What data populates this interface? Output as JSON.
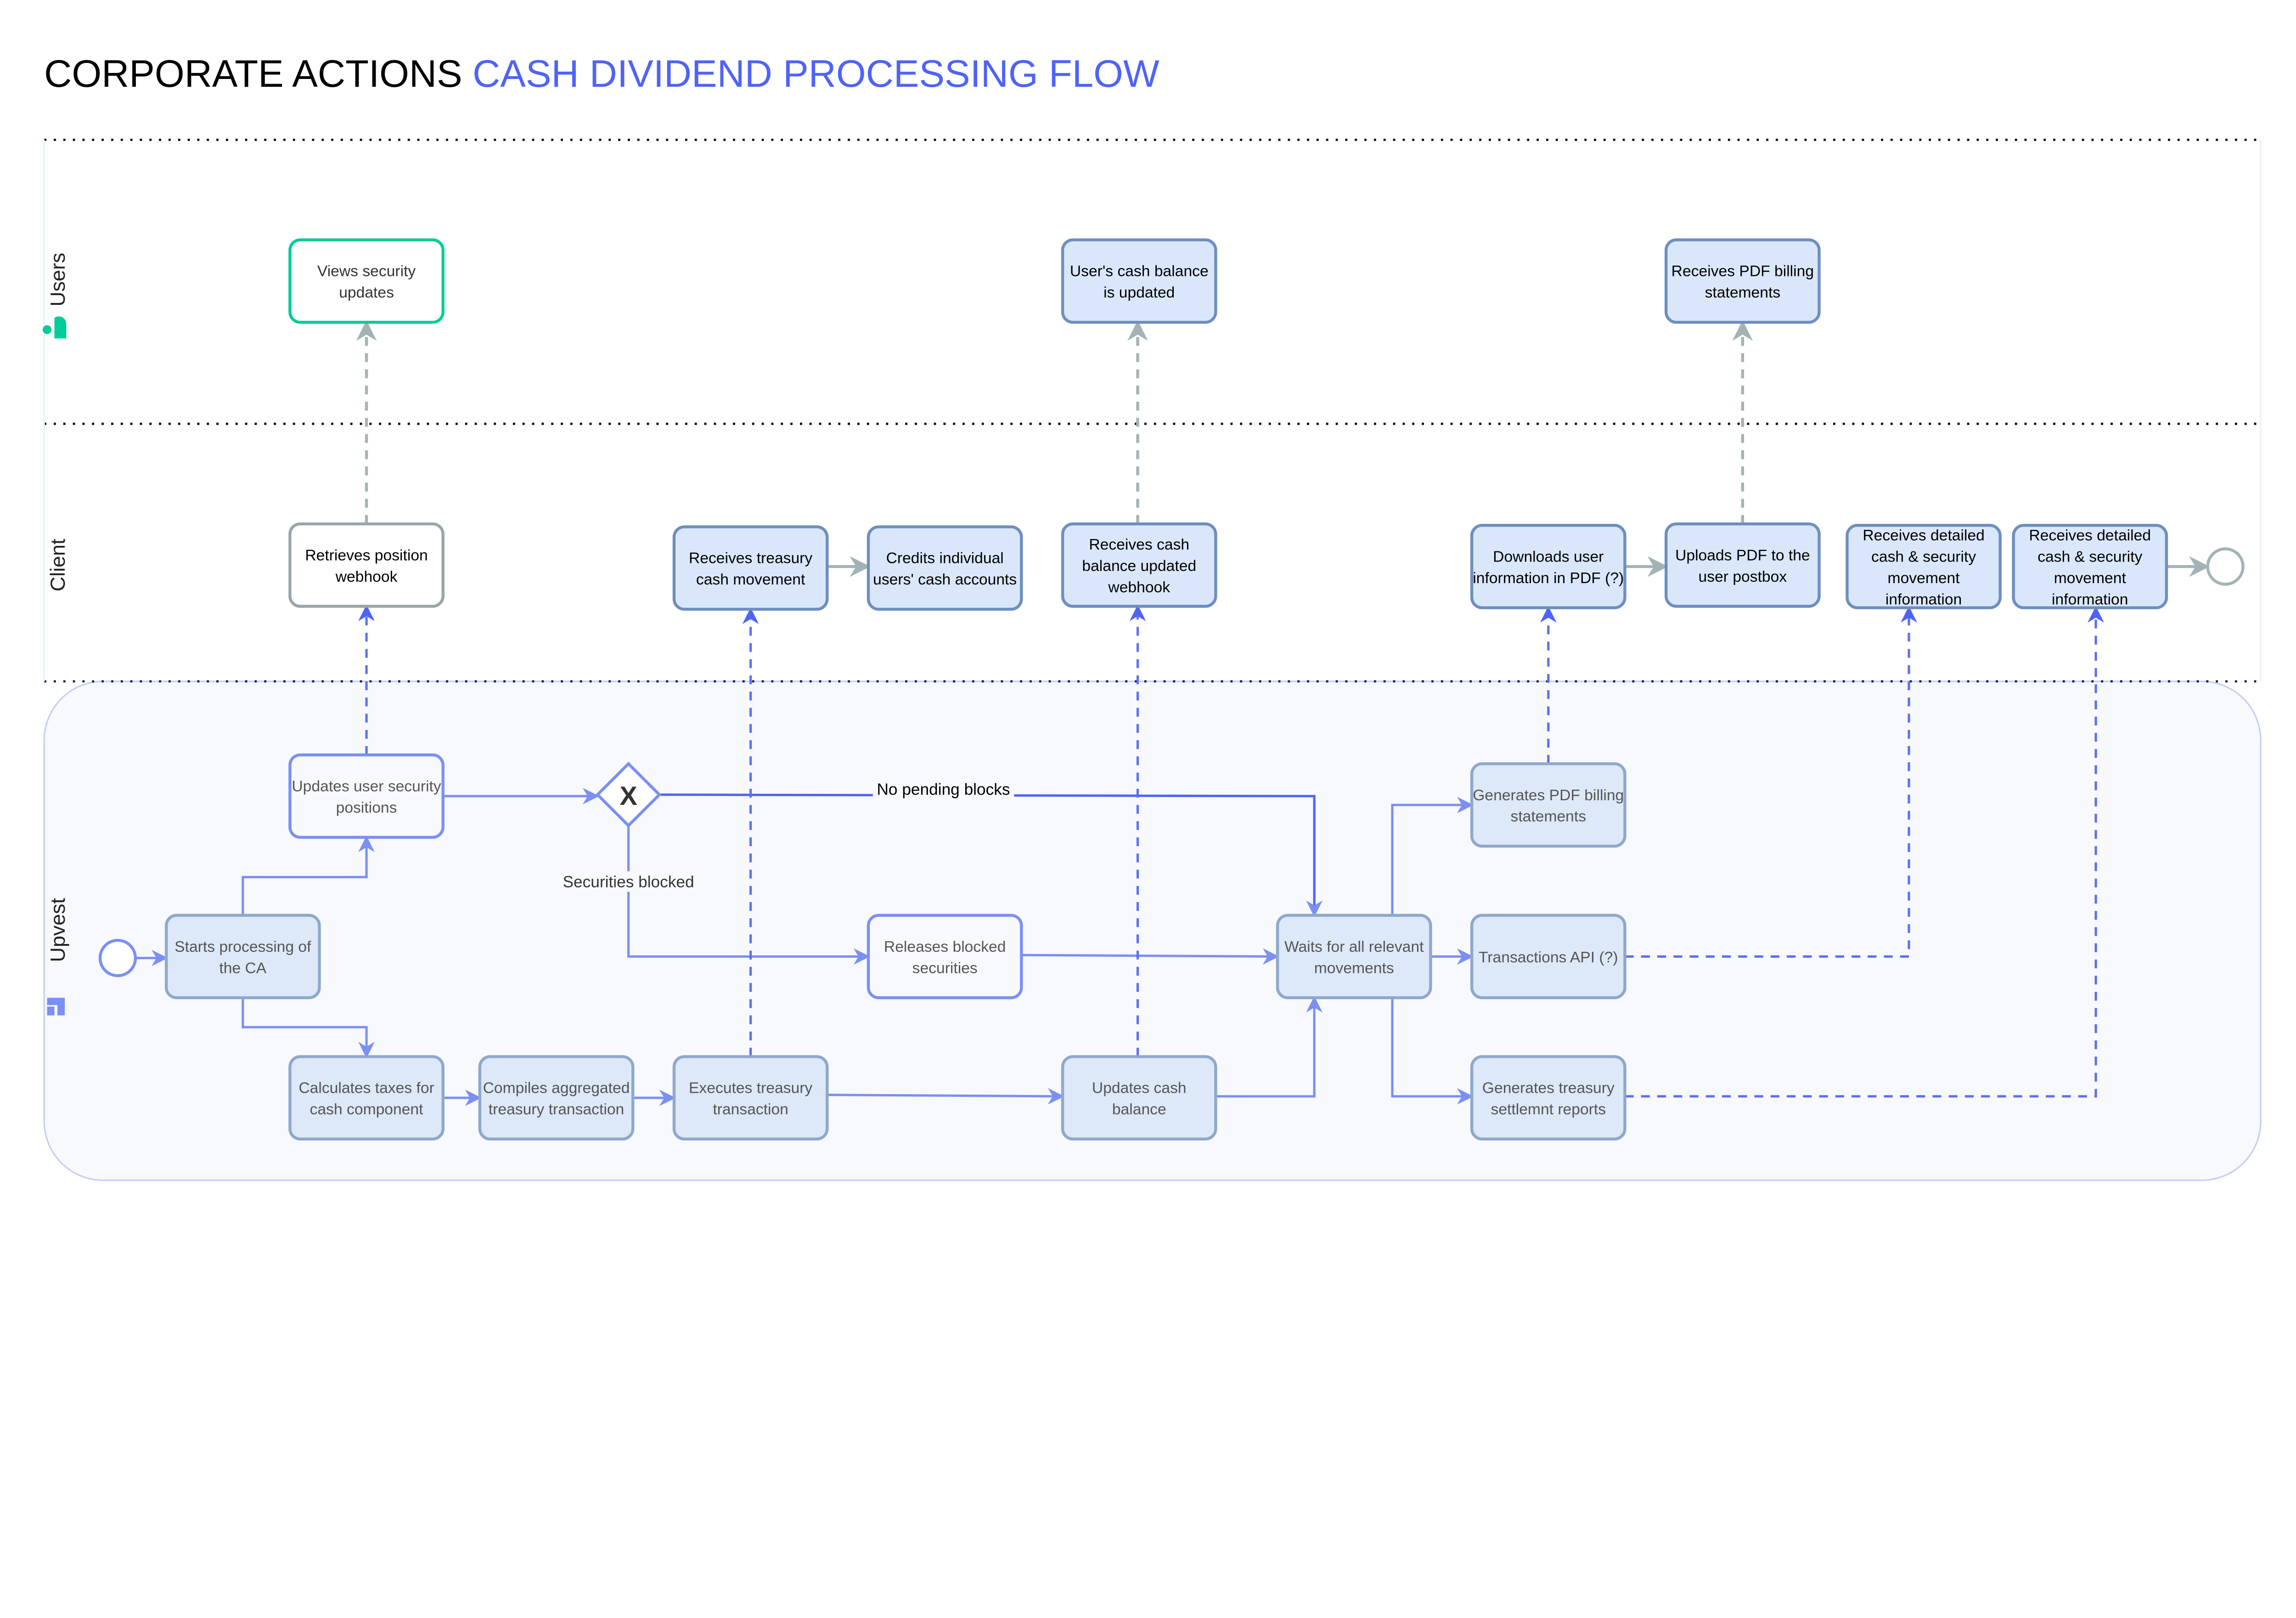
{
  "title": {
    "part1": "CORPORATE ACTIONS",
    "part2": "CASH DIVIDEND PROCESSING FLOW"
  },
  "colors": {
    "accent": "#4f63f7",
    "user_green": "#00cc99",
    "flow_blue": "#7b8ff5",
    "task_fill": "#dde8f8",
    "client_fill": "#dae7fb",
    "message_gray": "#a3b3b5"
  },
  "lanes": [
    {
      "id": "users",
      "label": "Users",
      "icon": "user-icon"
    },
    {
      "id": "client",
      "label": "Client",
      "icon": ""
    },
    {
      "id": "upvest",
      "label": "Upvest",
      "icon": "upvest-logo-icon"
    }
  ],
  "nodes": [
    {
      "id": "views",
      "lane": "users",
      "lines": [
        "Views security",
        "updates"
      ],
      "style": "green"
    },
    {
      "id": "userCash",
      "lane": "users",
      "lines": [
        "User's cash balance",
        "is updated"
      ],
      "style": "client"
    },
    {
      "id": "pdfStm",
      "lane": "users",
      "lines": [
        "Receives PDF billing",
        "statements"
      ],
      "style": "client"
    },
    {
      "id": "retrieves",
      "lane": "client",
      "lines": [
        "Retrieves position",
        "webhook"
      ],
      "style": "plain"
    },
    {
      "id": "recvTreasury",
      "lane": "client",
      "lines": [
        "Receives treasury",
        "cash movement"
      ],
      "style": "client"
    },
    {
      "id": "credits",
      "lane": "client",
      "lines": [
        "Credits individual",
        "users' cash accounts"
      ],
      "style": "client"
    },
    {
      "id": "recvCash",
      "lane": "client",
      "lines": [
        "Receives cash",
        "balance updated",
        "webhook"
      ],
      "style": "client"
    },
    {
      "id": "downloads",
      "lane": "client",
      "lines": [
        "Downloads user",
        "information in PDF (?)"
      ],
      "style": "client"
    },
    {
      "id": "uploads",
      "lane": "client",
      "lines": [
        "Uploads PDF to the",
        "user postbox"
      ],
      "style": "client"
    },
    {
      "id": "recv1",
      "lane": "client",
      "lines": [
        "Receives detailed",
        "cash & security",
        "movement",
        "information"
      ],
      "style": "client"
    },
    {
      "id": "recv2",
      "lane": "client",
      "lines": [
        "Receives detailed",
        "cash & security",
        "movement",
        "information"
      ],
      "style": "client"
    },
    {
      "id": "updates",
      "lane": "upvest",
      "lines": [
        "Updates user security",
        "positions"
      ],
      "style": "light"
    },
    {
      "id": "starts",
      "lane": "upvest",
      "lines": [
        "Starts processing of",
        "the CA"
      ],
      "style": "task"
    },
    {
      "id": "releases",
      "lane": "upvest",
      "lines": [
        "Releases blocked",
        "securities"
      ],
      "style": "light"
    },
    {
      "id": "waits",
      "lane": "upvest",
      "lines": [
        "Waits for all relevant",
        "movements"
      ],
      "style": "task"
    },
    {
      "id": "genPdf",
      "lane": "upvest",
      "lines": [
        "Generates PDF billing",
        "statements"
      ],
      "style": "task"
    },
    {
      "id": "txApi",
      "lane": "upvest",
      "lines": [
        "Transactions API (?)"
      ],
      "style": "task"
    },
    {
      "id": "genTreasury",
      "lane": "upvest",
      "lines": [
        "Generates treasury",
        "settlemnt reports"
      ],
      "style": "task"
    },
    {
      "id": "calc",
      "lane": "upvest",
      "lines": [
        "Calculates taxes for",
        "cash component"
      ],
      "style": "task"
    },
    {
      "id": "compiles",
      "lane": "upvest",
      "lines": [
        "Compiles aggregated",
        "treasury transaction"
      ],
      "style": "task"
    },
    {
      "id": "executes",
      "lane": "upvest",
      "lines": [
        "Executes treasury",
        "transaction"
      ],
      "style": "task"
    },
    {
      "id": "updCash",
      "lane": "upvest",
      "lines": [
        "Updates cash",
        "balance"
      ],
      "style": "task"
    }
  ],
  "gateway": {
    "symbol": "X",
    "label_no_blocks": "No pending blocks",
    "label_blocked": "Securities blocked"
  }
}
